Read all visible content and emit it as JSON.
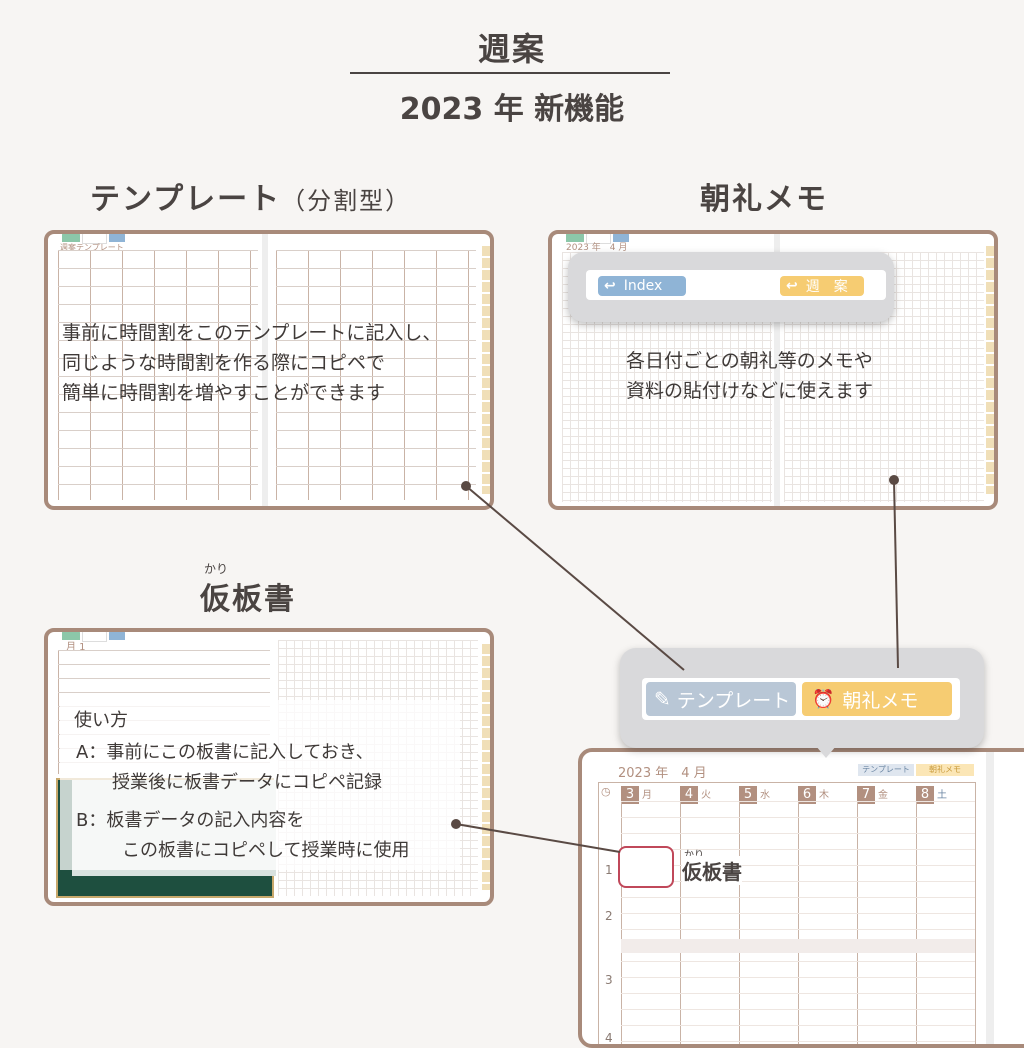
{
  "header": {
    "title": "週案",
    "subtitle": "2023 年 新機能"
  },
  "sections": {
    "template": {
      "title": "テンプレート",
      "title_suffix": "（分割型）",
      "description": [
        "事前に時間割をこのテンプレートに記入し、",
        "同じような時間割を作る際にコピペで",
        "簡単に時間割を増やすことができます"
      ],
      "card_label": "週案テンプレート"
    },
    "memo": {
      "title": "朝礼メモ",
      "description": [
        "各日付ごとの朝礼等のメモや",
        "資料の貼付けなどに使えます"
      ],
      "card_year": "2023 年　4 月",
      "popover_index": "Index",
      "popover_week": "週　案"
    },
    "board": {
      "ruby": "かり",
      "title": "仮板書",
      "card_month": "月 1",
      "usage_title": "使い方",
      "usage_a1": "A：事前にこの板書に記入しておき、",
      "usage_a2": "授業後に板書データにコピペ記録",
      "usage_b1": "B：板書データの記入内容を",
      "usage_b2": "この板書にコピペして授業時に使用"
    }
  },
  "popover_main": {
    "template_button": "テンプレート",
    "memo_button": "朝礼メモ"
  },
  "big_notebook": {
    "year_month": "2023 年　4 月",
    "mini_template": "テンプレート",
    "mini_memo": "朝礼メモ",
    "days": [
      {
        "num": "3",
        "wd": "月"
      },
      {
        "num": "4",
        "wd": "火"
      },
      {
        "num": "5",
        "wd": "水"
      },
      {
        "num": "6",
        "wd": "木"
      },
      {
        "num": "7",
        "wd": "金"
      },
      {
        "num": "8",
        "wd": "土"
      }
    ],
    "periods": [
      "1",
      "2",
      "3",
      "4"
    ],
    "callout_ruby": "かり",
    "callout_label": "仮板書"
  },
  "colors": {
    "frame": "#a88a7a",
    "accent_blue": "#8fb4d6",
    "accent_yellow": "#f6cc72",
    "chalkboard": "#1e4f3f",
    "callout_red": "#c0485a"
  }
}
